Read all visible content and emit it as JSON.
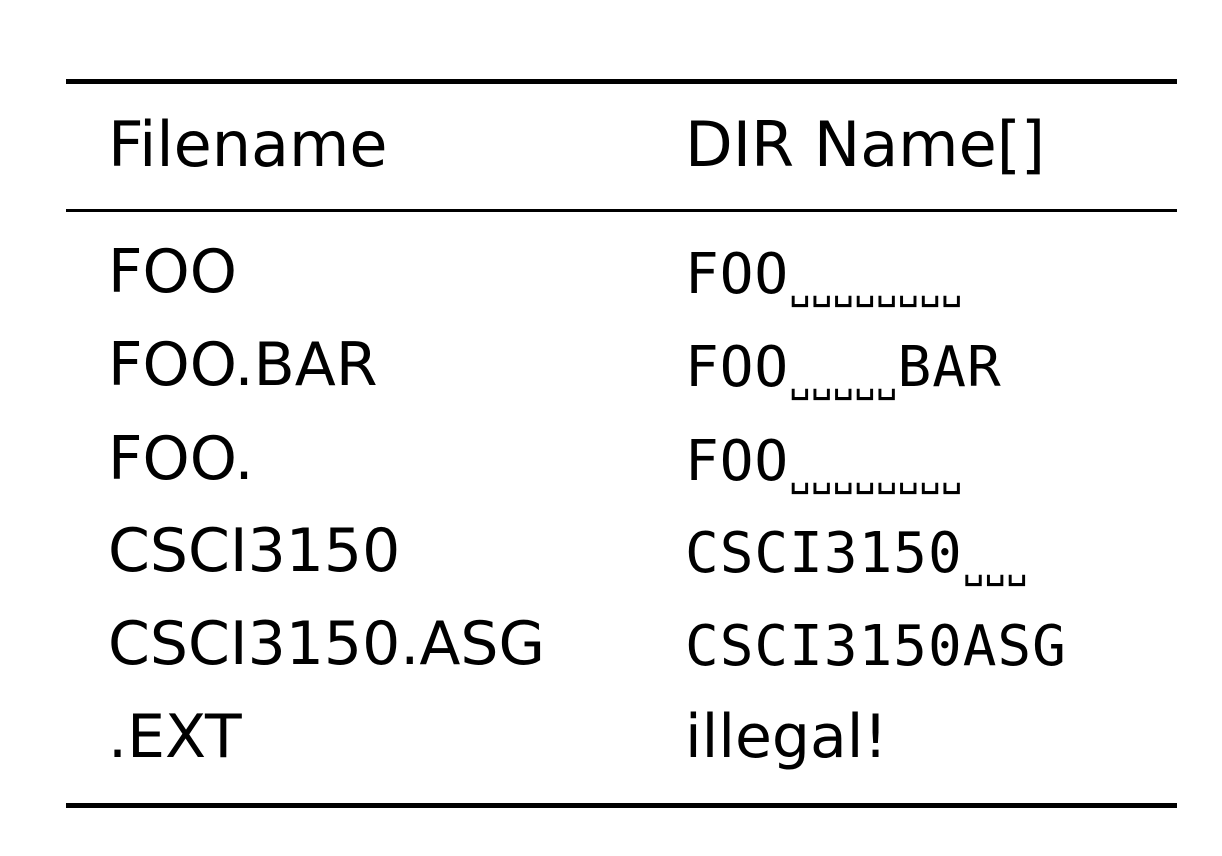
{
  "table": {
    "headers": [
      "Filename",
      "DIR Name[]"
    ],
    "rows": [
      {
        "filename": "FOO",
        "dir_name": "FOO",
        "dir_pad": "␣␣␣␣␣␣␣␣",
        "dir_ext": ""
      },
      {
        "filename": "FOO.BAR",
        "dir_name": "FOO",
        "dir_pad": "␣␣␣␣␣",
        "dir_ext": "BAR"
      },
      {
        "filename": "FOO.",
        "dir_name": "FOO",
        "dir_pad": "␣␣␣␣␣␣␣␣",
        "dir_ext": ""
      },
      {
        "filename": "CSCI3150",
        "dir_name": "CSCI3150",
        "dir_pad": "␣␣␣",
        "dir_ext": ""
      },
      {
        "filename": "CSCI3150.ASG",
        "dir_name": "CSCI3150ASG",
        "dir_pad": "",
        "dir_ext": ""
      },
      {
        "filename": ".EXT",
        "dir_name": "illegal!",
        "dir_pad": "",
        "dir_ext": ""
      }
    ]
  }
}
